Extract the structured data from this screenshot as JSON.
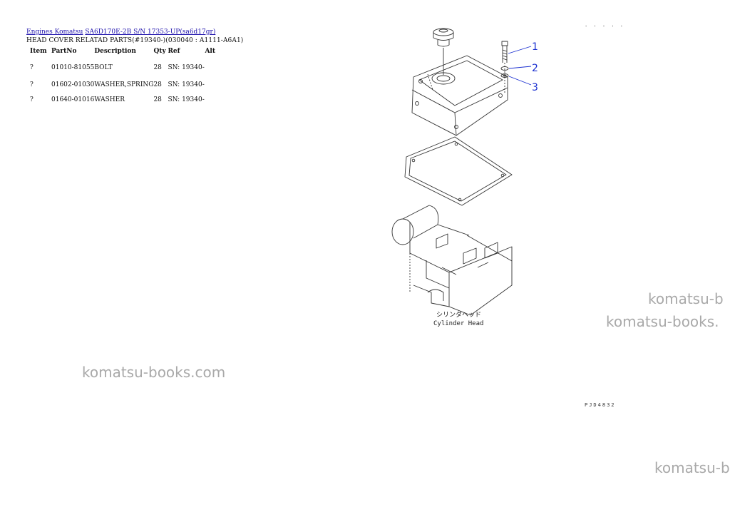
{
  "breadcrumb": {
    "link1": "Engines Komatsu",
    "link2": "SA6D170E-2B S/N 17353-UP(sa6d17gr)"
  },
  "page_title": "HEAD COVER RELATAD PARTS(#19340-)(030040 : A1111-A6A1)",
  "table": {
    "headers": [
      "Item",
      "PartNo",
      "Description",
      "Qty",
      "Ref",
      "Alt"
    ],
    "rows": [
      {
        "item": "?",
        "part_no": "01010-81055",
        "description": "BOLT",
        "qty": "28",
        "ref": "SN: 19340-",
        "alt": ""
      },
      {
        "item": "?",
        "part_no": "01602-01030",
        "description": "WASHER,SPRING",
        "qty": "28",
        "ref": "SN: 19340-",
        "alt": ""
      },
      {
        "item": "?",
        "part_no": "01640-01016",
        "description": "WASHER",
        "qty": "28",
        "ref": "SN: 19340-",
        "alt": ""
      }
    ]
  },
  "diagram": {
    "callouts": [
      "1",
      "2",
      "3"
    ],
    "label_jp": "シリンダヘッド",
    "label_en": "Cylinder Head",
    "drawing_code": "PJD4832",
    "top_code": "· · · · ·"
  },
  "watermarks": {
    "text_mid_left": "komatsu-books.com",
    "text_right_1": "komatsu-b",
    "text_right_2": "komatsu-books.",
    "text_right_3": "komatsu-b"
  },
  "colors": {
    "link": "#1a0dab",
    "callout": "#1a2fd0",
    "watermark": "#a9a9a9"
  }
}
